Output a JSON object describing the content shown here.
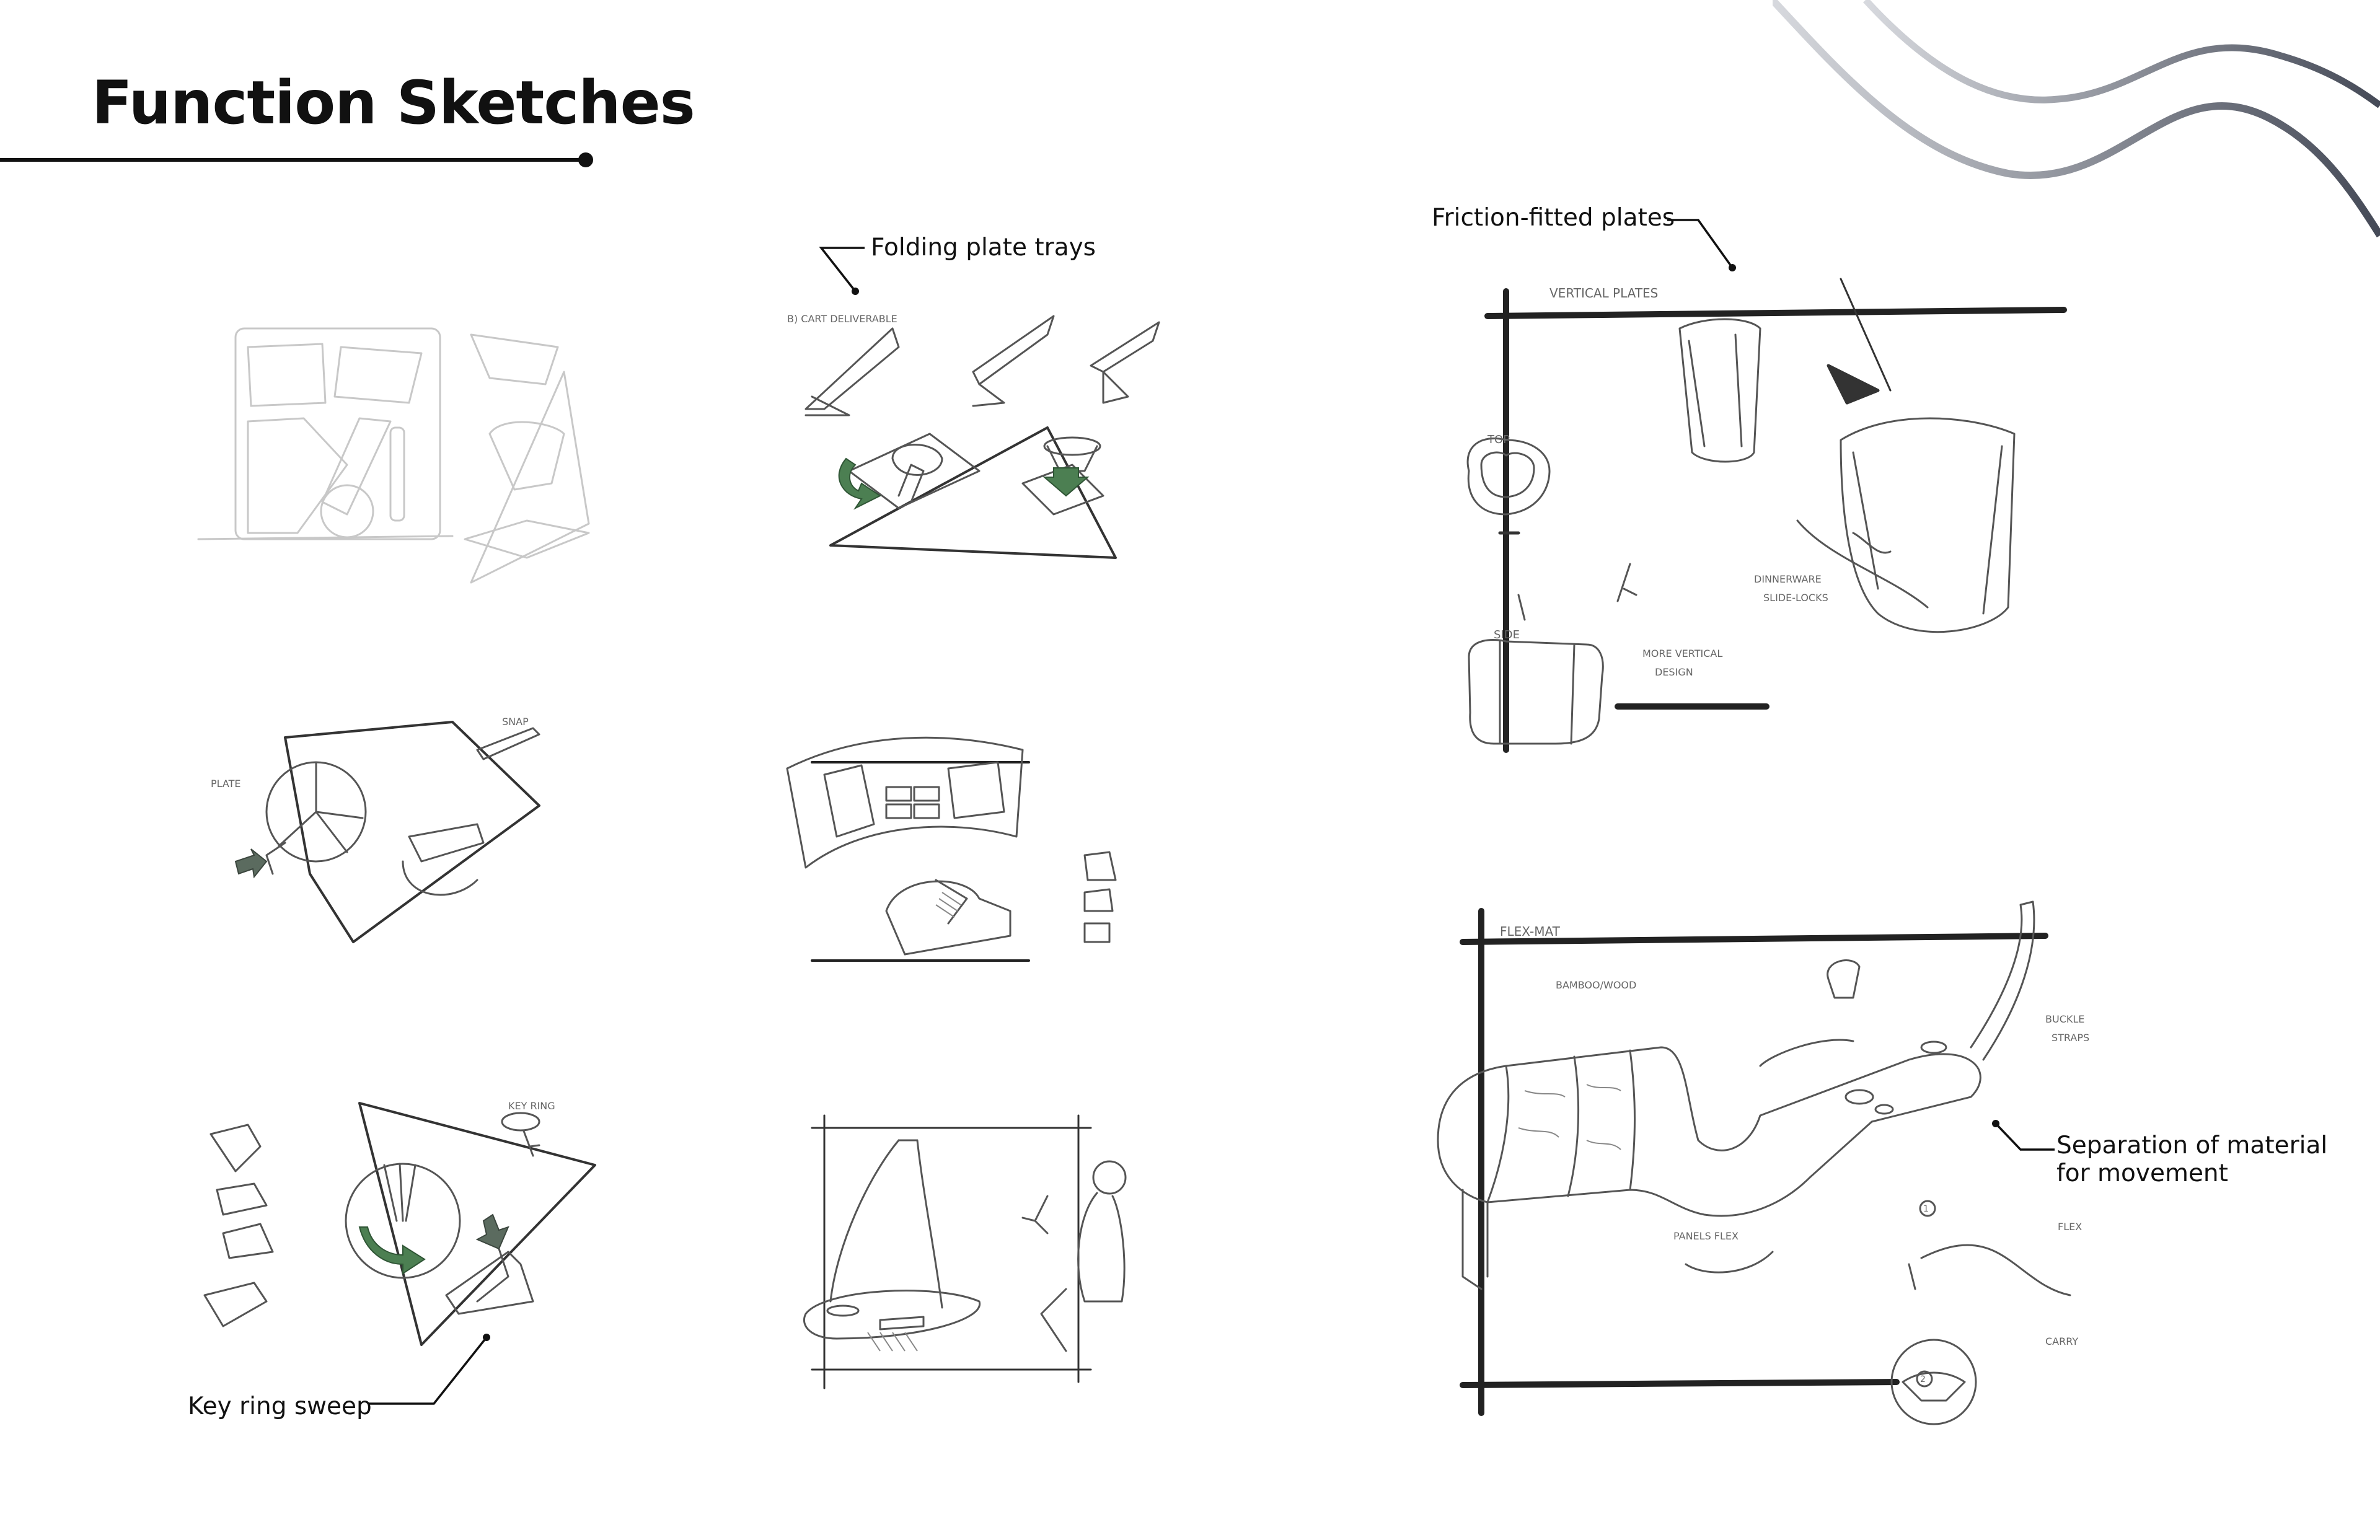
{
  "page": {
    "title": "Function Sketches"
  },
  "callouts": {
    "folding_plate_trays": "Folding plate trays",
    "friction_fitted_plates": "Friction-fitted plates",
    "key_ring_sweep": "Key ring sweep",
    "separation_of_material": "Separation of material",
    "for_movement": "for movement"
  },
  "sketch_notes": {
    "vertical_plates": "VERTICAL PLATES",
    "top": "TOP",
    "side": "SIDE",
    "more_vertical_design": "MORE VERTICAL",
    "design": "DESIGN",
    "dinnerware_slide_locks": "DINNERWARE",
    "slide_locks": "SLIDE-LOCKS",
    "flex_mat": "FLEX-MAT",
    "bamboo_wood": "BAMBOO/WOOD",
    "buckle_straps": "BUCKLE",
    "straps": "STRAPS",
    "panels_flex": "PANELS FLEX",
    "flex": "FLEX",
    "carry": "CARRY",
    "step_1": "1",
    "step_2": "2"
  },
  "colors": {
    "accent_green": "#4c7f52",
    "ink": "#111111",
    "wave_dark": "#4a4e5a",
    "wave_light": "#c9ccd2"
  },
  "icons": [
    "rotate-arrow-icon",
    "push-arrow-icon",
    "sweep-arrow-icon"
  ]
}
